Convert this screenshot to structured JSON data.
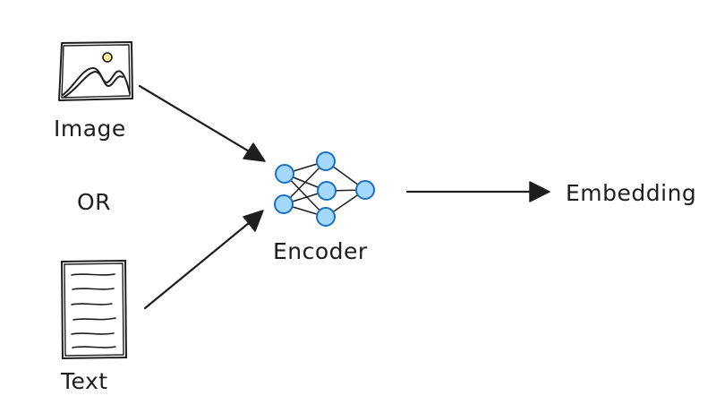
{
  "labels": {
    "image": "Image",
    "or": "OR",
    "text": "Text",
    "encoder": "Encoder",
    "embedding": "Embedding"
  },
  "icons": {
    "input_image": "picture-icon",
    "input_text": "document-icon",
    "encoder": "neural-network-icon"
  },
  "colors": {
    "stroke": "#1e1e1e",
    "node_fill": "#a5d8ff",
    "node_stroke": "#1971c2",
    "sun_fill": "#ffec99"
  },
  "diagram": {
    "nodes": [
      {
        "id": "image",
        "label_key": "image"
      },
      {
        "id": "text",
        "label_key": "text"
      },
      {
        "id": "encoder",
        "label_key": "encoder"
      },
      {
        "id": "embedding",
        "label_key": "embedding"
      }
    ],
    "edges": [
      {
        "from": "image",
        "to": "encoder"
      },
      {
        "from": "text",
        "to": "encoder"
      },
      {
        "from": "encoder",
        "to": "embedding"
      }
    ]
  }
}
